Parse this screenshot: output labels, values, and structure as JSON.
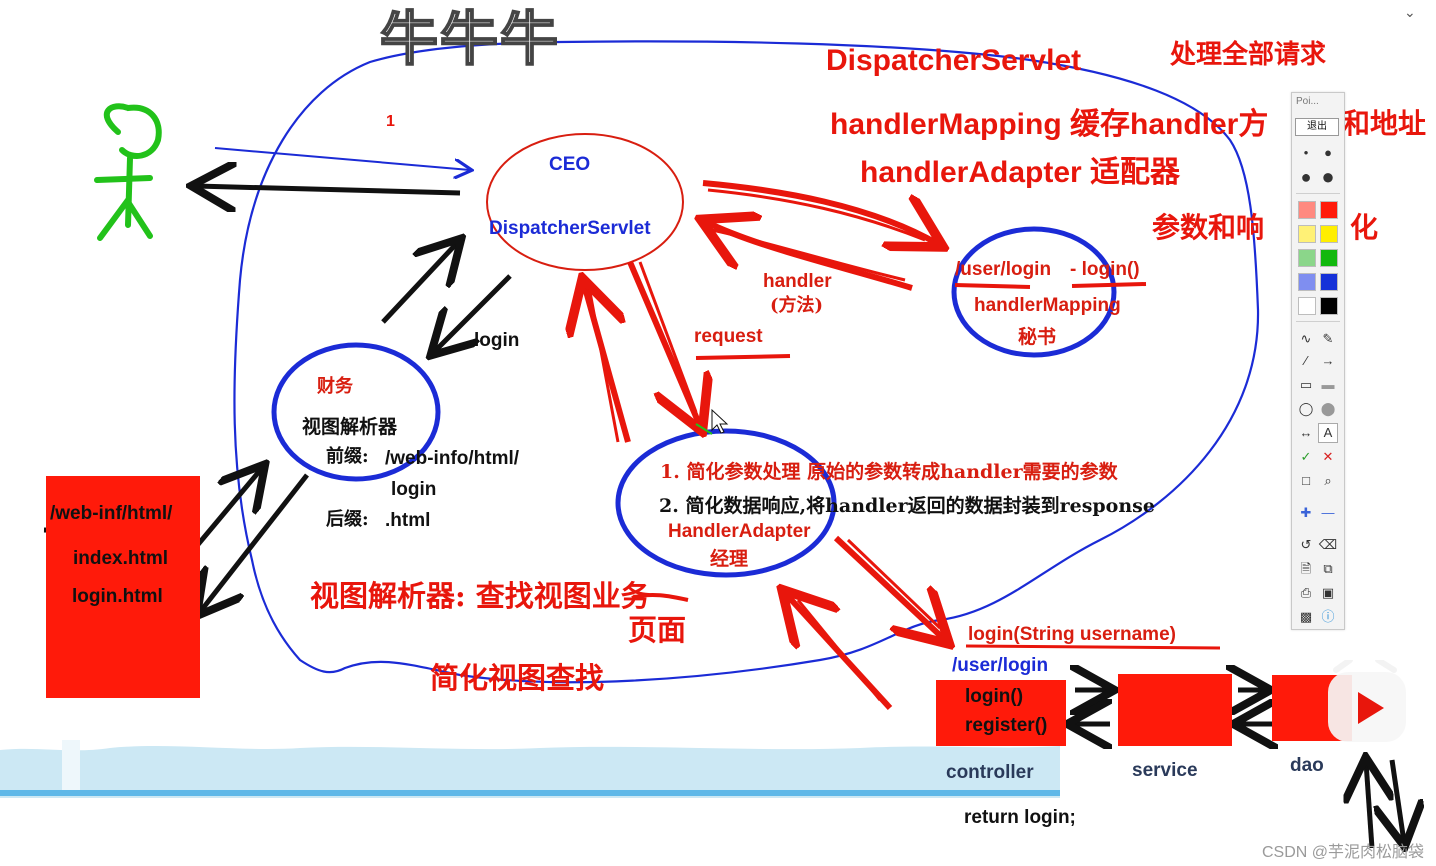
{
  "header": {
    "title": "牛牛牛"
  },
  "nodes": {
    "ceo": {
      "role": "CEO",
      "name": "DispatcherServlet"
    },
    "handler_mapping": {
      "path": "/user/login",
      "method": "- login()",
      "name": "handlerMapping",
      "role": "秘书"
    },
    "view_resolver": {
      "role": "财务",
      "name": "视图解析器",
      "prefix_label": "前缀:",
      "prefix_value": "/web-info/html/",
      "view_name": "login",
      "suffix_label": "后缀:",
      "suffix_value": ".html"
    },
    "handler_adapter": {
      "name": "HandlerAdapter",
      "role": "经理",
      "step1": "1. 简化参数处理 原始的参数转成handler需要的参数",
      "step2": "2. 简化数据响应,将handler返回的数据封装到response"
    }
  },
  "edges": {
    "login": "login",
    "handler": "handler",
    "handler_sub": "(方法)",
    "request": "request",
    "one": "1"
  },
  "notes": {
    "dispatcher": "DispatcherServlet",
    "dispatcher_desc": "处理全部请求",
    "mapping": "handlerMapping 缓存handler方",
    "mapping_tail": "和地址",
    "adapter": "handlerAdapter 适配器",
    "params": "参数和响",
    "params_tail": "化",
    "view_note": "视图解析器: 查找视图业务",
    "view_note2": "页面",
    "simplify": "简化视图查找"
  },
  "files": {
    "dir": "/web-inf/html/",
    "index": "index.html",
    "login": "login.html"
  },
  "layers": {
    "method": "login(String username)",
    "path": "/user/login",
    "controller_methods": [
      "login()",
      "register()"
    ],
    "controller": "controller",
    "service": "service",
    "dao": "dao",
    "return": "return login;"
  },
  "toolbar": {
    "title": "Poi...",
    "exit": "退出"
  },
  "watermark": "CSDN @芋泥肉松脑袋",
  "colors": {
    "red": "#e8160c",
    "blue": "#1b2bd6",
    "green": "#22c21a",
    "black": "#111111"
  },
  "icons": [
    "stick-figure-icon",
    "cursor-icon",
    "play-button-icon",
    "chevron-down-icon"
  ]
}
